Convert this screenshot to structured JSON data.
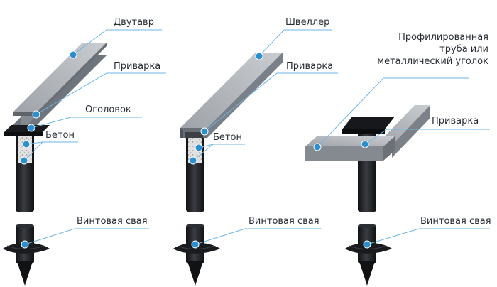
{
  "colors": {
    "beam_top": "#b9bdc2",
    "beam_side": "#7f858c",
    "beam_dark": "#5d6268",
    "pile": "#1b1d20",
    "concrete": "#d7d7d7",
    "leader": "#6cb6e3",
    "dot": "#2c8fd1",
    "text": "#2a2f36"
  },
  "diagrams": [
    {
      "labels": {
        "beam": "Двутавр",
        "weld": "Приварка",
        "cap": "Оголовок",
        "concrete": "Бетон",
        "pile": "Винтовая свая"
      }
    },
    {
      "labels": {
        "beam": "Швеллер",
        "weld": "Приварка",
        "concrete": "Бетон",
        "pile": "Винтовая свая"
      }
    },
    {
      "labels": {
        "beam_line1": "Профилированная",
        "beam_line2": "труба или",
        "beam_line3": "металлический уголок",
        "weld": "Приварка",
        "pile": "Винтовая свая"
      }
    }
  ]
}
